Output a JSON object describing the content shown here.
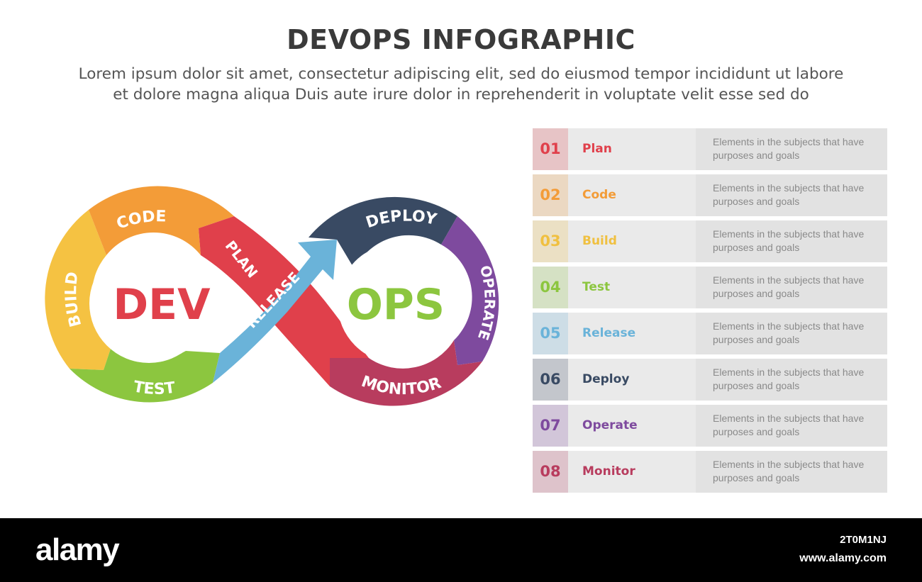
{
  "header": {
    "title": "DEVOPS INFOGRAPHIC",
    "subtitle_line1": "Lorem ipsum dolor sit amet, consectetur adipiscing elit, sed do eiusmod tempor incididunt ut labore",
    "subtitle_line2": "et dolore magna aliqua Duis aute irure dolor in reprehenderit in voluptate velit esse sed do"
  },
  "diagram": {
    "dev_label": "DEV",
    "ops_label": "OPS",
    "dev_color": "#e0404b",
    "ops_color": "#8cc63f",
    "segments": [
      {
        "label": "CODE",
        "color": "#f39c38"
      },
      {
        "label": "BUILD",
        "color": "#f5c242"
      },
      {
        "label": "TEST",
        "color": "#8cc63f"
      },
      {
        "label": "RELEASE",
        "color": "#6ab3d9"
      },
      {
        "label": "DEPLOY",
        "color": "#394a63"
      },
      {
        "label": "OPERATE",
        "color": "#7e4a9e"
      },
      {
        "label": "MONITOR",
        "color": "#b83c5e"
      },
      {
        "label": "PLAN",
        "color": "#e0404b"
      }
    ]
  },
  "steps": [
    {
      "num": "01",
      "label": "Plan",
      "desc": "Elements in the subjects that have purposes and goals",
      "color": "#e0404b"
    },
    {
      "num": "02",
      "label": "Code",
      "desc": "Elements in the subjects that have purposes and goals",
      "color": "#f39c38"
    },
    {
      "num": "03",
      "label": "Build",
      "desc": "Elements in the subjects that have purposes and goals",
      "color": "#f0c040"
    },
    {
      "num": "04",
      "label": "Test",
      "desc": "Elements in the subjects that have purposes and goals",
      "color": "#8cc63f"
    },
    {
      "num": "05",
      "label": "Release",
      "desc": "Elements in the subjects that have purposes and goals",
      "color": "#6ab3d9"
    },
    {
      "num": "06",
      "label": "Deploy",
      "desc": "Elements in the subjects that have purposes and goals",
      "color": "#394a63"
    },
    {
      "num": "07",
      "label": "Operate",
      "desc": "Elements in the subjects that have purposes and goals",
      "color": "#7e4a9e"
    },
    {
      "num": "08",
      "label": "Monitor",
      "desc": "Elements in the subjects that have purposes and goals",
      "color": "#b83c5e"
    }
  ],
  "footer": {
    "brand": "alamy",
    "image_id": "2T0M1NJ",
    "site": "www.alamy.com"
  }
}
